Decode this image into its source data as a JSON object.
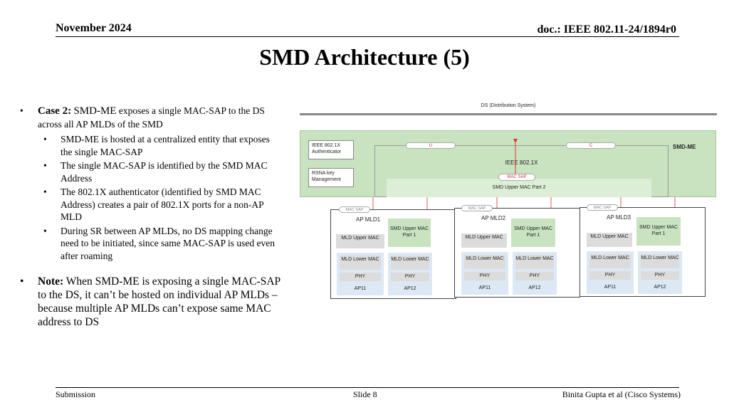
{
  "header": {
    "date": "November 2024",
    "doc": "doc.: IEEE 802.11-24/1894r0"
  },
  "title": "SMD Architecture (5)",
  "bullets": {
    "case_label": "Case 2:",
    "case_term": "SMD-ME",
    "case_text": " exposes a single MAC-SAP to the DS across all AP MLDs of the SMD",
    "sub": [
      "SMD-ME is hosted at a centralized entity that exposes the single MAC-SAP",
      "The single MAC-SAP is identified by the SMD MAC Address",
      "The 802.1X authenticator (identified by SMD MAC Address) creates a pair of 802.1X ports for a non-AP MLD",
      "During SR between AP MLDs, no DS mapping change need to be initiated, since same MAC-SAP is used even after roaming"
    ],
    "note_label": "Note:",
    "note_text": " When SMD-ME is exposing a single MAC-SAP  to the DS, it can’t be hosted on individual AP MLDs – because multiple AP MLDs can’t expose same MAC address to DS"
  },
  "diagram": {
    "ds_label": "DS (Distribution System)",
    "smd_label": "SMD-ME",
    "authenticator": "IEEE 802.1X Authenticator",
    "rsna": "RSNA key Management",
    "port_u": "U",
    "port_c": "C",
    "ieee_label": "IEEE 802.1X",
    "mac_sap": "MAC SAP",
    "upper_part2": "SMD Upper MAC Part 2",
    "aps": [
      {
        "name": "AP MLD1",
        "mac_sap": "MAC SAP",
        "upper_part1": "SMD Upper MAC Part 1",
        "mld_upper": "MLD Upper MAC",
        "lower1": "MLD Lower MAC",
        "lower2": "MLD Lower MAC",
        "phy1": "PHY",
        "phy2": "PHY",
        "ap1": "AP11",
        "ap2": "AP12"
      },
      {
        "name": "AP MLD2",
        "mac_sap": "MAC SAP",
        "upper_part1": "SMD Upper MAC Part 1",
        "mld_upper": "MLD Upper MAC",
        "lower1": "MLD Lower MAC",
        "lower2": "MLD Lower MAC",
        "phy1": "PHY",
        "phy2": "PHY",
        "ap1": "AP11",
        "ap2": "AP12"
      },
      {
        "name": "AP MLD3",
        "mac_sap": "MAC SAP",
        "upper_part1": "SMD Upper MAC Part 1",
        "mld_upper": "MLD Upper MAC",
        "lower1": "MLD Lower MAC",
        "lower2": "MLD Lower MAC",
        "phy1": "PHY",
        "phy2": "PHY",
        "ap1": "AP11",
        "ap2": "AP12"
      }
    ]
  },
  "footer": {
    "left": "Submission",
    "center": "Slide 8",
    "right": "Binita Gupta et al (Cisco Systems)"
  }
}
